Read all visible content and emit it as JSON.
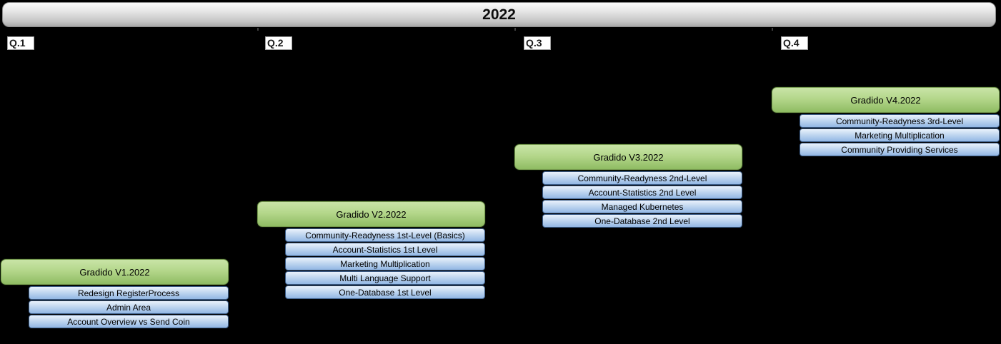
{
  "header": {
    "title": "2022"
  },
  "quarters": [
    {
      "label": "Q.1",
      "release": {
        "title": "Gradido V1.2022",
        "features": [
          "Redesign RegisterProcess",
          "Admin Area",
          "Account Overview vs Send Coin"
        ]
      }
    },
    {
      "label": "Q.2",
      "release": {
        "title": "Gradido V2.2022",
        "features": [
          "Community-Readyness 1st-Level (Basics)",
          "Account-Statistics 1st Level",
          "Marketing Multiplication",
          "Multi Language Support",
          "One-Database 1st Level"
        ]
      }
    },
    {
      "label": "Q.3",
      "release": {
        "title": "Gradido V3.2022",
        "features": [
          "Community-Readyness 2nd-Level",
          "Account-Statistics 2nd Level",
          "Managed Kubernetes",
          "One-Database 2nd Level"
        ]
      }
    },
    {
      "label": "Q.4",
      "release": {
        "title": "Gradido V4.2022",
        "features": [
          "Community-Readyness 3rd-Level",
          "Marketing Multiplication",
          "Community Providing Services"
        ]
      }
    }
  ],
  "colors": {
    "background": "#000000",
    "header_fill_top": "#fafafa",
    "header_fill_bottom": "#a8a8a8",
    "header_border": "#8a8a8a",
    "quarter_label_bg": "#ffffff",
    "release_fill_top": "#c9e4a7",
    "release_fill_bottom": "#8fbc63",
    "release_border": "#75994e",
    "feature_fill_top": "#eaf2fc",
    "feature_fill_bottom": "#93b7e4",
    "feature_border": "#3b5c87",
    "text": "#000000"
  }
}
